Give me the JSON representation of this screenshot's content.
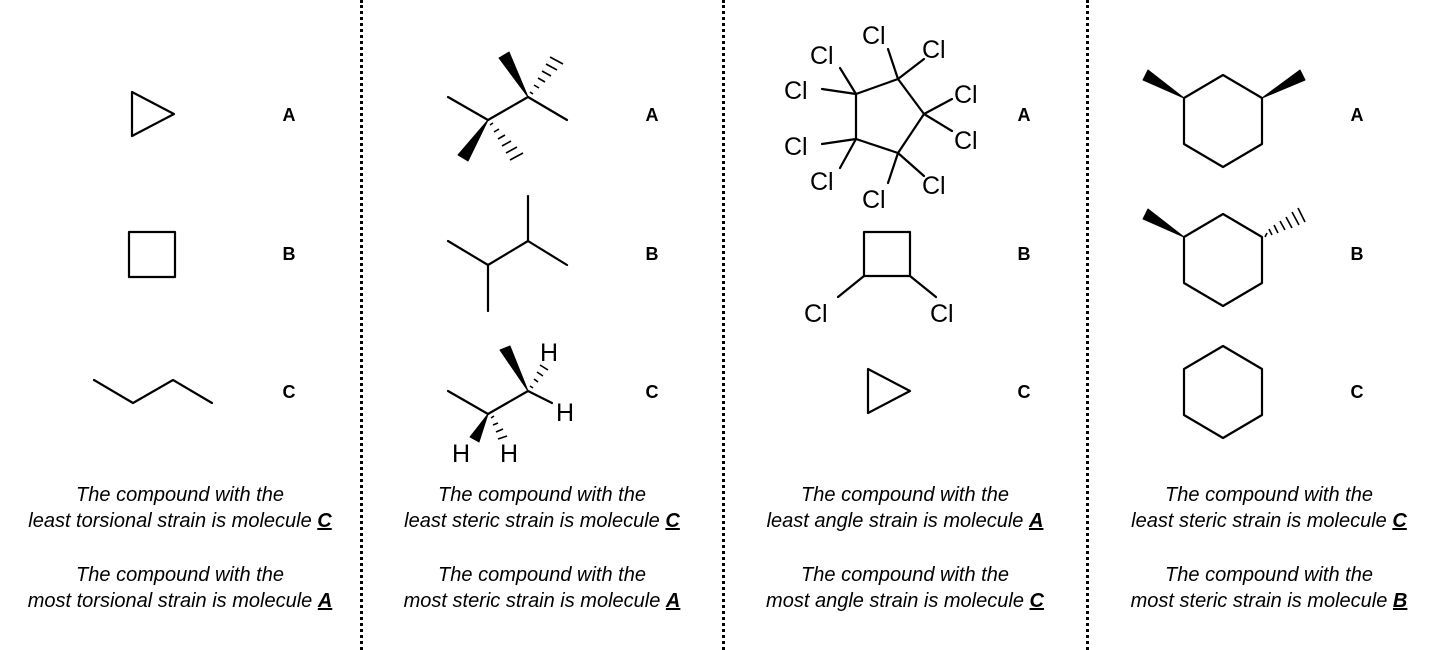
{
  "panels": [
    {
      "labels": [
        "A",
        "B",
        "C"
      ],
      "statements": [
        {
          "line1": "The compound with the",
          "line2": "least torsional strain is molecule",
          "answer": "C"
        },
        {
          "line1": "The compound with the",
          "line2": "most torsional strain is molecule",
          "answer": "A"
        }
      ]
    },
    {
      "labels": [
        "A",
        "B",
        "C"
      ],
      "atom_labels": {
        "h": "H"
      },
      "statements": [
        {
          "line1": "The compound with the",
          "line2": "least steric strain is molecule",
          "answer": "C"
        },
        {
          "line1": "The compound with the",
          "line2": "most steric strain is molecule",
          "answer": "A"
        }
      ]
    },
    {
      "labels": [
        "A",
        "B",
        "C"
      ],
      "atom_labels": {
        "cl": "Cl"
      },
      "statements": [
        {
          "line1": "The compound with the",
          "line2": "least angle strain is molecule",
          "answer": "A"
        },
        {
          "line1": "The compound with the",
          "line2": "most angle strain is molecule",
          "answer": "C"
        }
      ]
    },
    {
      "labels": [
        "A",
        "B",
        "C"
      ],
      "statements": [
        {
          "line1": "The compound with the",
          "line2": "least steric strain is molecule",
          "answer": "C"
        },
        {
          "line1": "The compound with the",
          "line2": "most steric strain is molecule",
          "answer": "B"
        }
      ]
    }
  ]
}
